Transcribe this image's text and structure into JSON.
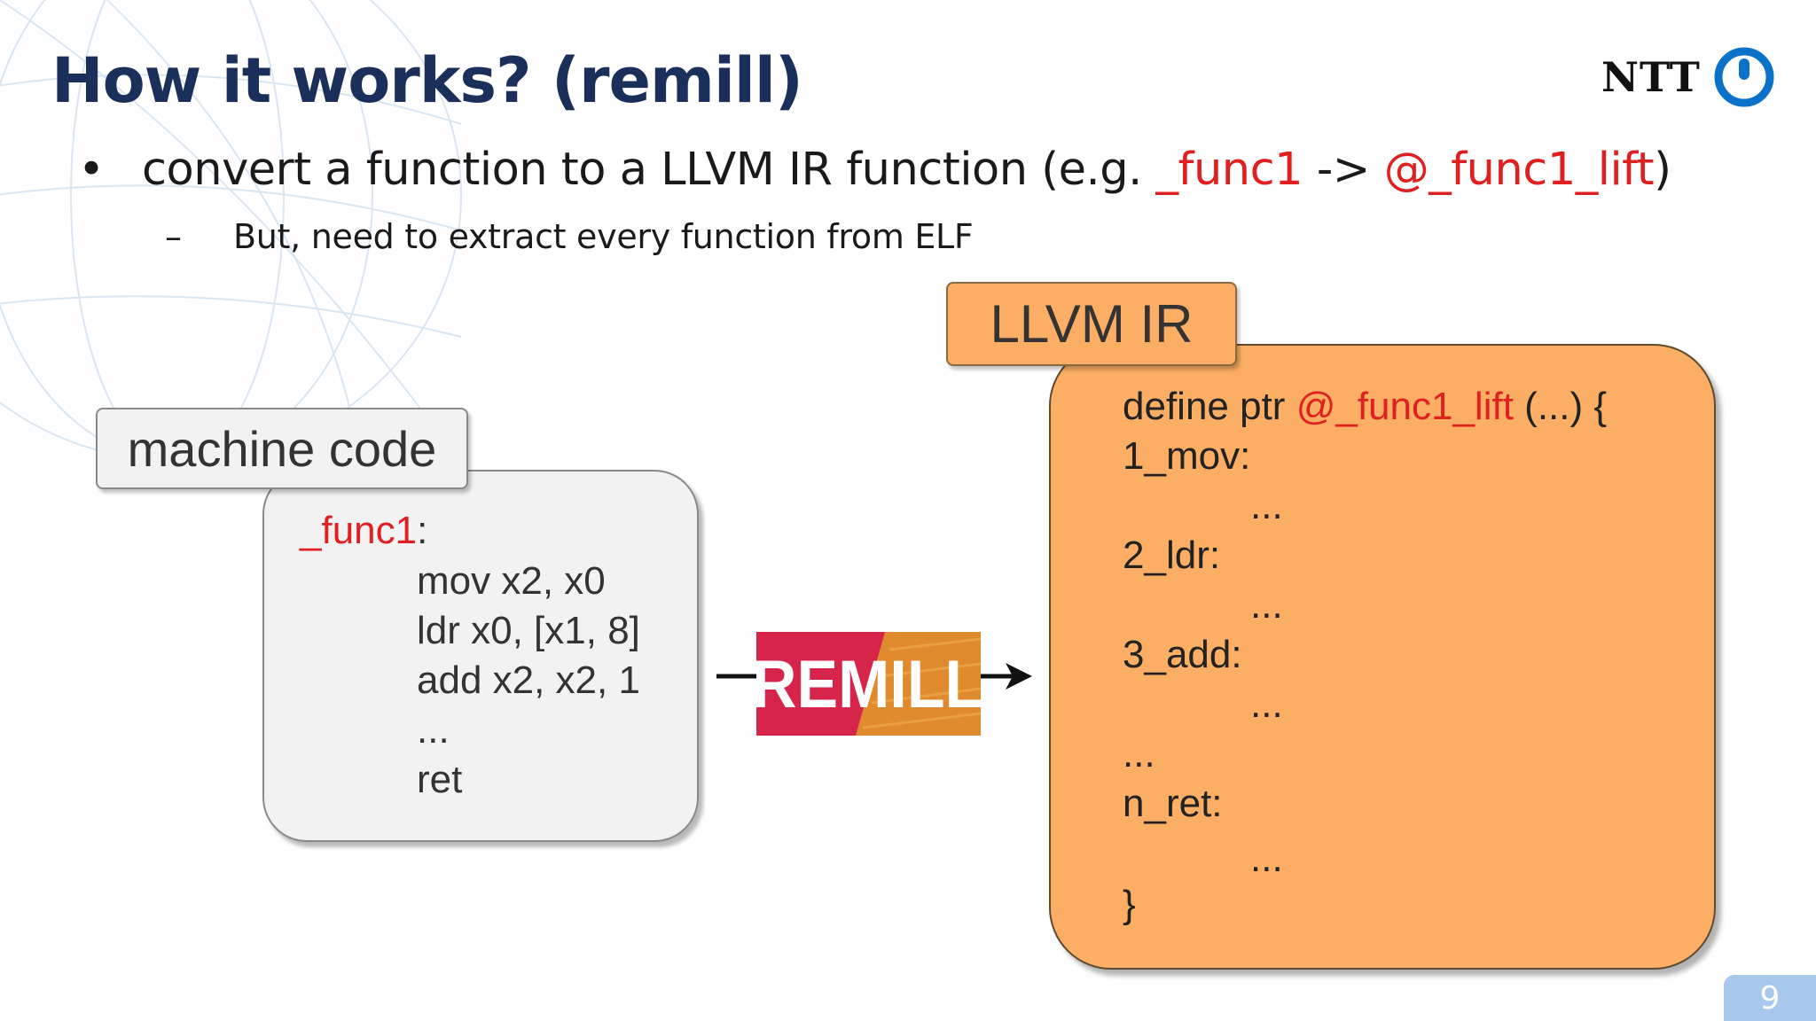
{
  "slide": {
    "title": "How it works? (remill)",
    "page_number": "9"
  },
  "logo": {
    "text": "NTT",
    "icon": "ntt-ring-icon"
  },
  "bullet": {
    "prefix": "convert a function to a LLVM IR function (e.g. ",
    "func_name": "_func1",
    "arrow_text": " -> ",
    "lifted_name": "@_func1_lift",
    "suffix": ")"
  },
  "sub_bullet": {
    "text": "But, need to extract every function from ELF"
  },
  "diagram": {
    "machine_code": {
      "label": "machine code",
      "func_label": "_func1",
      "colon": ":",
      "lines": [
        "mov x2, x0",
        "ldr x0, [x1, 8]",
        "add x2, x2, 1",
        "...",
        "ret"
      ]
    },
    "remill": {
      "label": "REMILL"
    },
    "llvm_ir": {
      "label": "LLVM IR",
      "define_prefix": "define ptr ",
      "func_name": "@_func1_lift",
      "define_suffix": " (...) {",
      "blocks": [
        "1_mov:",
        "...",
        "2_ldr:",
        "...",
        "3_add:",
        "...",
        "...",
        "n_ret:",
        "...",
        "}"
      ]
    }
  },
  "colors": {
    "title": "#1b2f5b",
    "highlight_red": "#e02020",
    "ir_fill": "#fbae64",
    "mc_fill": "#f2f2f2",
    "page_badge": "#a8c8ee"
  }
}
